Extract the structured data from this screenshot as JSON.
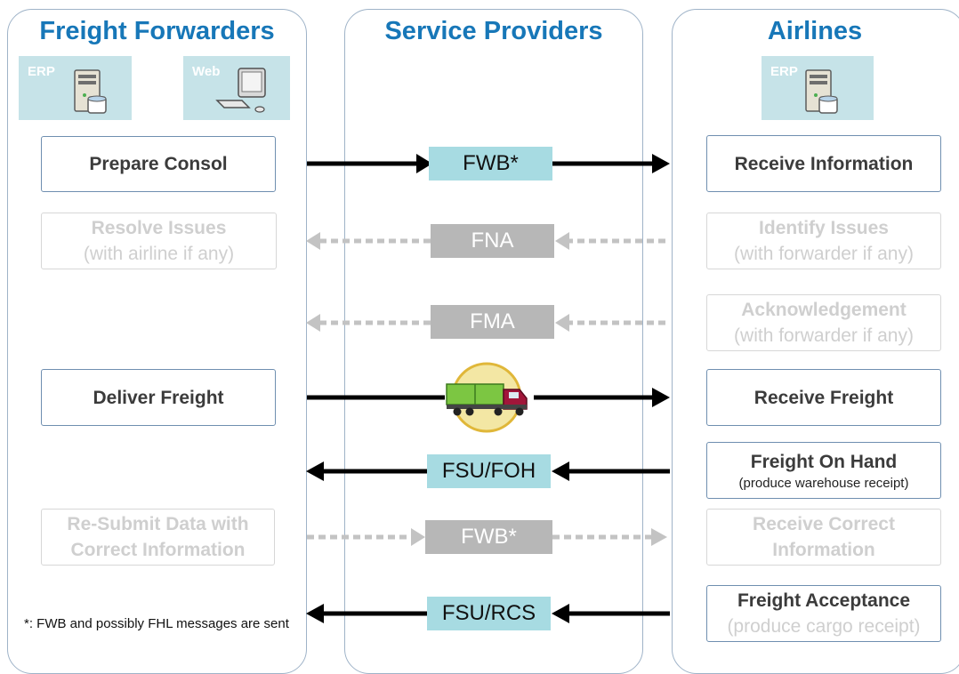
{
  "lanes": {
    "forwarders": "Freight Forwarders",
    "providers": "Service Providers",
    "airlines": "Airlines"
  },
  "systems": {
    "forwarder_erp": "ERP",
    "forwarder_web": "Web",
    "airline_erp": "ERP"
  },
  "rows": [
    {
      "left": "Prepare Consol",
      "message": "FWB*",
      "right": "Receive Information"
    },
    {
      "left_line1": "Resolve Issues",
      "left_line2": "(with airline if any)",
      "message": "FNA",
      "right_line1": "Identify Issues",
      "right_line2": "(with forwarder if any)"
    },
    {
      "message": "FMA",
      "right_line1": "Acknowledgement",
      "right_line2": "(with forwarder if any)"
    },
    {
      "left": "Deliver Freight",
      "right": "Receive Freight"
    },
    {
      "message": "FSU/FOH",
      "right_line1": "Freight On Hand",
      "right_line2": "(produce warehouse receipt)"
    },
    {
      "left_line1": "Re-Submit Data with",
      "left_line2": "Correct Information",
      "message": "FWB*",
      "right_line1": "Receive Correct",
      "right_line2": "Information"
    },
    {
      "message": "FSU/RCS",
      "right_line1": "Freight Acceptance",
      "right_line2": "(produce cargo receipt)"
    }
  ],
  "footnote": "*: FWB and possibly FHL messages are sent",
  "colors": {
    "title": "#1777b8",
    "active_message": "#a7dbe2",
    "faded_message": "#b7b7b7",
    "faded_text": "#cfcfcf"
  }
}
